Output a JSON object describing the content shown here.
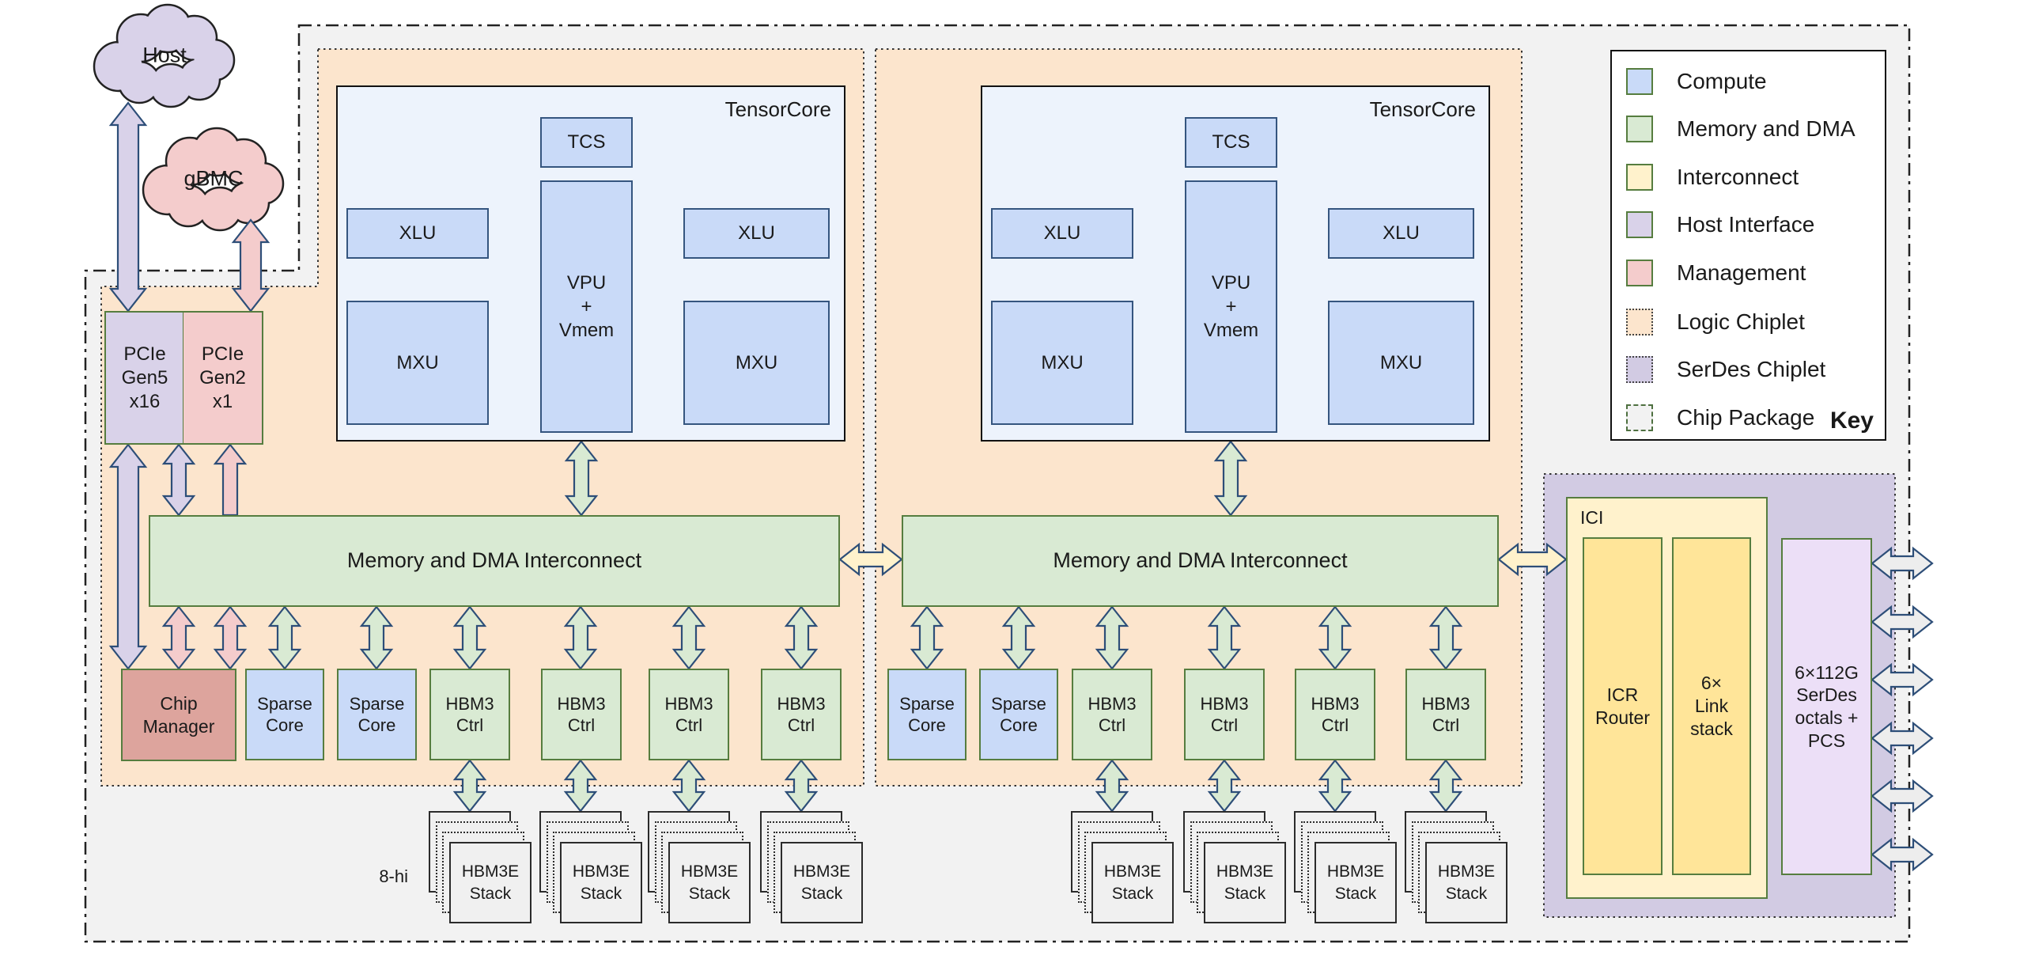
{
  "colors": {
    "compute_blue": "#c9daf8",
    "memory_green": "#d9ead3",
    "interconnect_yellow": "#fff2cc",
    "interconnect_yellow_deep": "#ffe599",
    "host_interface_purple": "#d9d2e9",
    "management_pink": "#f4cccc",
    "logic_chiplet_peach": "#fce5cd",
    "serdes_chiplet_lavender": "#d2cbe3",
    "serdes_pcs_lilac": "#ecdff7",
    "chip_package_grey": "#f2f2f2",
    "chip_manager_rose": "#dda49d",
    "tensorcore_bg": "#edf3fc",
    "arrow_outline_navy": "#2d4e78",
    "box_border_green": "#567d3f"
  },
  "clouds": {
    "host": "Host",
    "gbmc": "gBMC"
  },
  "pcie": {
    "gen5": "PCIe\nGen5\nx16",
    "gen2": "PCIe\nGen2\nx1"
  },
  "tensorcores": [
    {
      "title": "TensorCore",
      "tcs": "TCS",
      "vpu": "VPU\n+\nVmem",
      "xlu_left": "XLU",
      "xlu_right": "XLU",
      "mxu_left": "MXU",
      "mxu_right": "MXU"
    },
    {
      "title": "TensorCore",
      "tcs": "TCS",
      "vpu": "VPU\n+\nVmem",
      "xlu_left": "XLU",
      "xlu_right": "XLU",
      "mxu_left": "MXU",
      "mxu_right": "MXU"
    }
  ],
  "interconnects": [
    "Memory and DMA Interconnect",
    "Memory and DMA Interconnect"
  ],
  "chip_manager": "Chip\nManager",
  "rows": {
    "chiplet1": [
      "Sparse\nCore",
      "Sparse\nCore",
      "HBM3\nCtrl",
      "HBM3\nCtrl",
      "HBM3\nCtrl",
      "HBM3\nCtrl"
    ],
    "chiplet2": [
      "Sparse\nCore",
      "Sparse\nCore",
      "HBM3\nCtrl",
      "HBM3\nCtrl",
      "HBM3\nCtrl",
      "HBM3\nCtrl"
    ]
  },
  "hbm_stacks": {
    "label": "HBM3E\nStack",
    "note": "8-hi",
    "count": 8
  },
  "ici": {
    "title": "ICI",
    "icr_router": "ICR\nRouter",
    "link_stack": "6×\nLink\nstack"
  },
  "serdes_box": "6×112G\nSerDes\noctals +\nPCS",
  "legend": {
    "title": "Key",
    "items": [
      {
        "label": "Compute",
        "swatch": "compute"
      },
      {
        "label": "Memory and DMA",
        "swatch": "memory"
      },
      {
        "label": "Interconnect",
        "swatch": "interconnect"
      },
      {
        "label": "Host Interface",
        "swatch": "host"
      },
      {
        "label": "Management",
        "swatch": "management"
      },
      {
        "label": "Logic Chiplet",
        "swatch": "logic-chiplet"
      },
      {
        "label": "SerDes Chiplet",
        "swatch": "serdes-chiplet"
      },
      {
        "label": "Chip Package",
        "swatch": "chip-package"
      }
    ]
  }
}
